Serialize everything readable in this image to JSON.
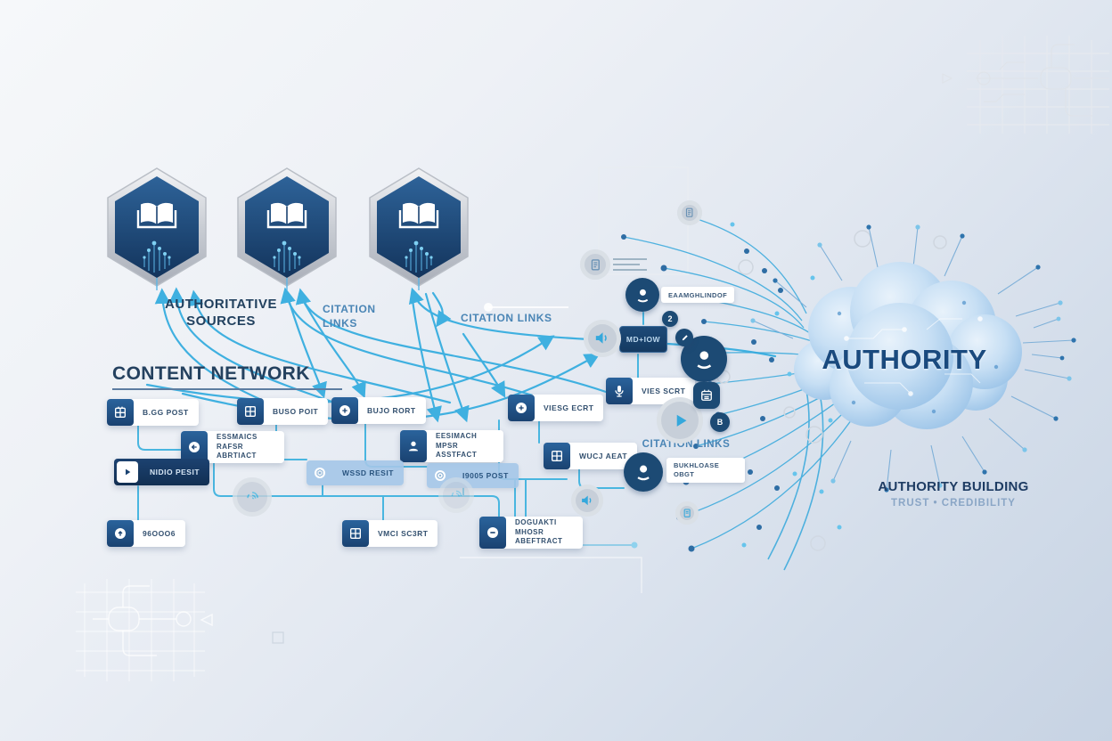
{
  "colors": {
    "accent_line": "#45b4e2",
    "navy": "#1c4a74",
    "label_blue": "#4a85b5",
    "cloud_blue": "#a6cbec"
  },
  "headline": {
    "authoritative_sources": "AUTHORITATIVE SOURCES",
    "citation_links_top_line1": "CITATION",
    "citation_links_top_line2": "LINKS",
    "citation_links_right": "CITATION LINKS",
    "citation_links_mid": "CITATION LINKS",
    "content_network_title": "CONTENT NETWORK",
    "authority_cloud": "AUTHORITY",
    "authority_building_title": "AUTHORITY BUILDING",
    "authority_building_subtitle": "TRUST • CREDIBILITY"
  },
  "hexagons": {
    "icon": "open-book",
    "count": 3
  },
  "nodes": [
    {
      "label": "B.GG POST",
      "icon": "blog-grid"
    },
    {
      "label": "BUSO POIT",
      "icon": "blog-grid"
    },
    {
      "label": "BUJO RORT",
      "icon": "plus-circle"
    },
    {
      "label": "VIESG ECRT",
      "icon": "plus-circle"
    },
    {
      "label": "ESSMAICS RAFSR ABRTIACT",
      "icon": "arrow-circle"
    },
    {
      "label": "EESIMACH MPSR ASSTFACT",
      "icon": "person"
    },
    {
      "label": "NIDIO PESIT",
      "icon": "play"
    },
    {
      "label": "WSSD RESIT",
      "icon": "hexagon"
    },
    {
      "label": "I9005 POST",
      "icon": "target"
    },
    {
      "label": "VIES SCRT",
      "icon": "microphone"
    },
    {
      "label": "WUCJ AEAT",
      "icon": "blog-grid"
    },
    {
      "label": "96OOO6",
      "icon": "arrow-circle"
    },
    {
      "label": "VMCI SC3RT",
      "icon": "blog-grid"
    },
    {
      "label": "DOGUAKTI MHOSR ABEFTRACT",
      "icon": "minus-circle"
    },
    {
      "label": "MD+IOW",
      "icon": "none"
    },
    {
      "label": "EAAMGHLINDOF",
      "icon": "user-circle"
    },
    {
      "label": "BUKHLOASE OBGT",
      "icon": "user-circle"
    }
  ],
  "badges": {
    "two": "2",
    "b": "B"
  }
}
